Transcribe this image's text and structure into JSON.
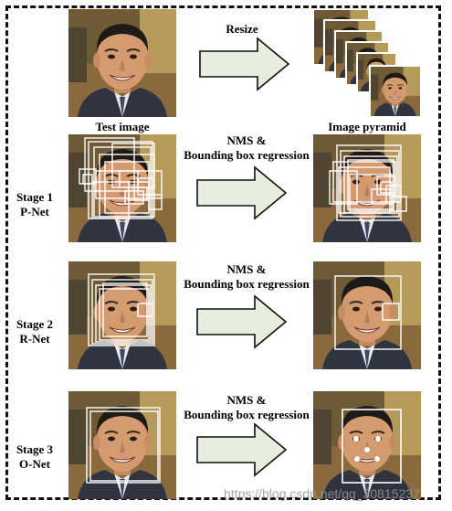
{
  "top": {
    "arrow_label": "Resize",
    "left_caption": "Test image",
    "right_caption": "Image pyramid"
  },
  "stages": [
    {
      "stage_line": "Stage 1",
      "net_line": "P-Net",
      "arrow_label_1": "NMS &",
      "arrow_label_2": "Bounding box regression"
    },
    {
      "stage_line": "Stage 2",
      "net_line": "R-Net",
      "arrow_label_1": "NMS &",
      "arrow_label_2": "Bounding box regression"
    },
    {
      "stage_line": "Stage 3",
      "net_line": "O-Net",
      "arrow_label_1": "NMS &",
      "arrow_label_2": "Bounding box regression"
    }
  ],
  "watermark": "https://blog.csdn.net/qq_30815237",
  "colors": {
    "arrow_fill": "#e7eedd",
    "arrow_stroke": "#111111",
    "box": "#ffffff",
    "border": "#111111"
  }
}
